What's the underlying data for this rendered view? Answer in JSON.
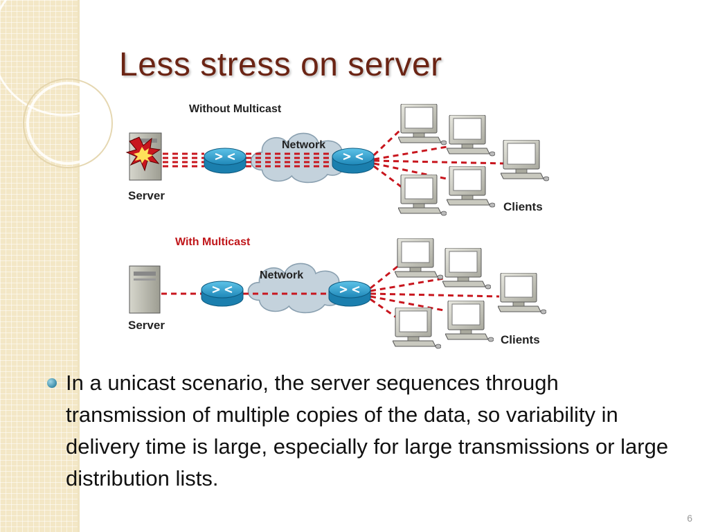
{
  "slide": {
    "title": "Less stress on server",
    "page_number": "6"
  },
  "diagram": {
    "without": {
      "label": "Without Multicast",
      "network_label": "Network",
      "server_label": "Server",
      "clients_label": "Clients",
      "label_color": "#222222"
    },
    "with": {
      "label": "With Multicast",
      "network_label": "Network",
      "server_label": "Server",
      "clients_label": "Clients",
      "label_color": "#c0161a"
    }
  },
  "body": {
    "bullet": "In a unicast scenario, the server sequences through transmission of multiple copies of the data, so variability in delivery time is large, especially for large transmissions or large distribution lists."
  },
  "colors": {
    "title": "#6b2414",
    "accent_bullet": "#3a8ba8",
    "sidebar": "#f3e7c6",
    "link_dashes": "#c8161e"
  }
}
